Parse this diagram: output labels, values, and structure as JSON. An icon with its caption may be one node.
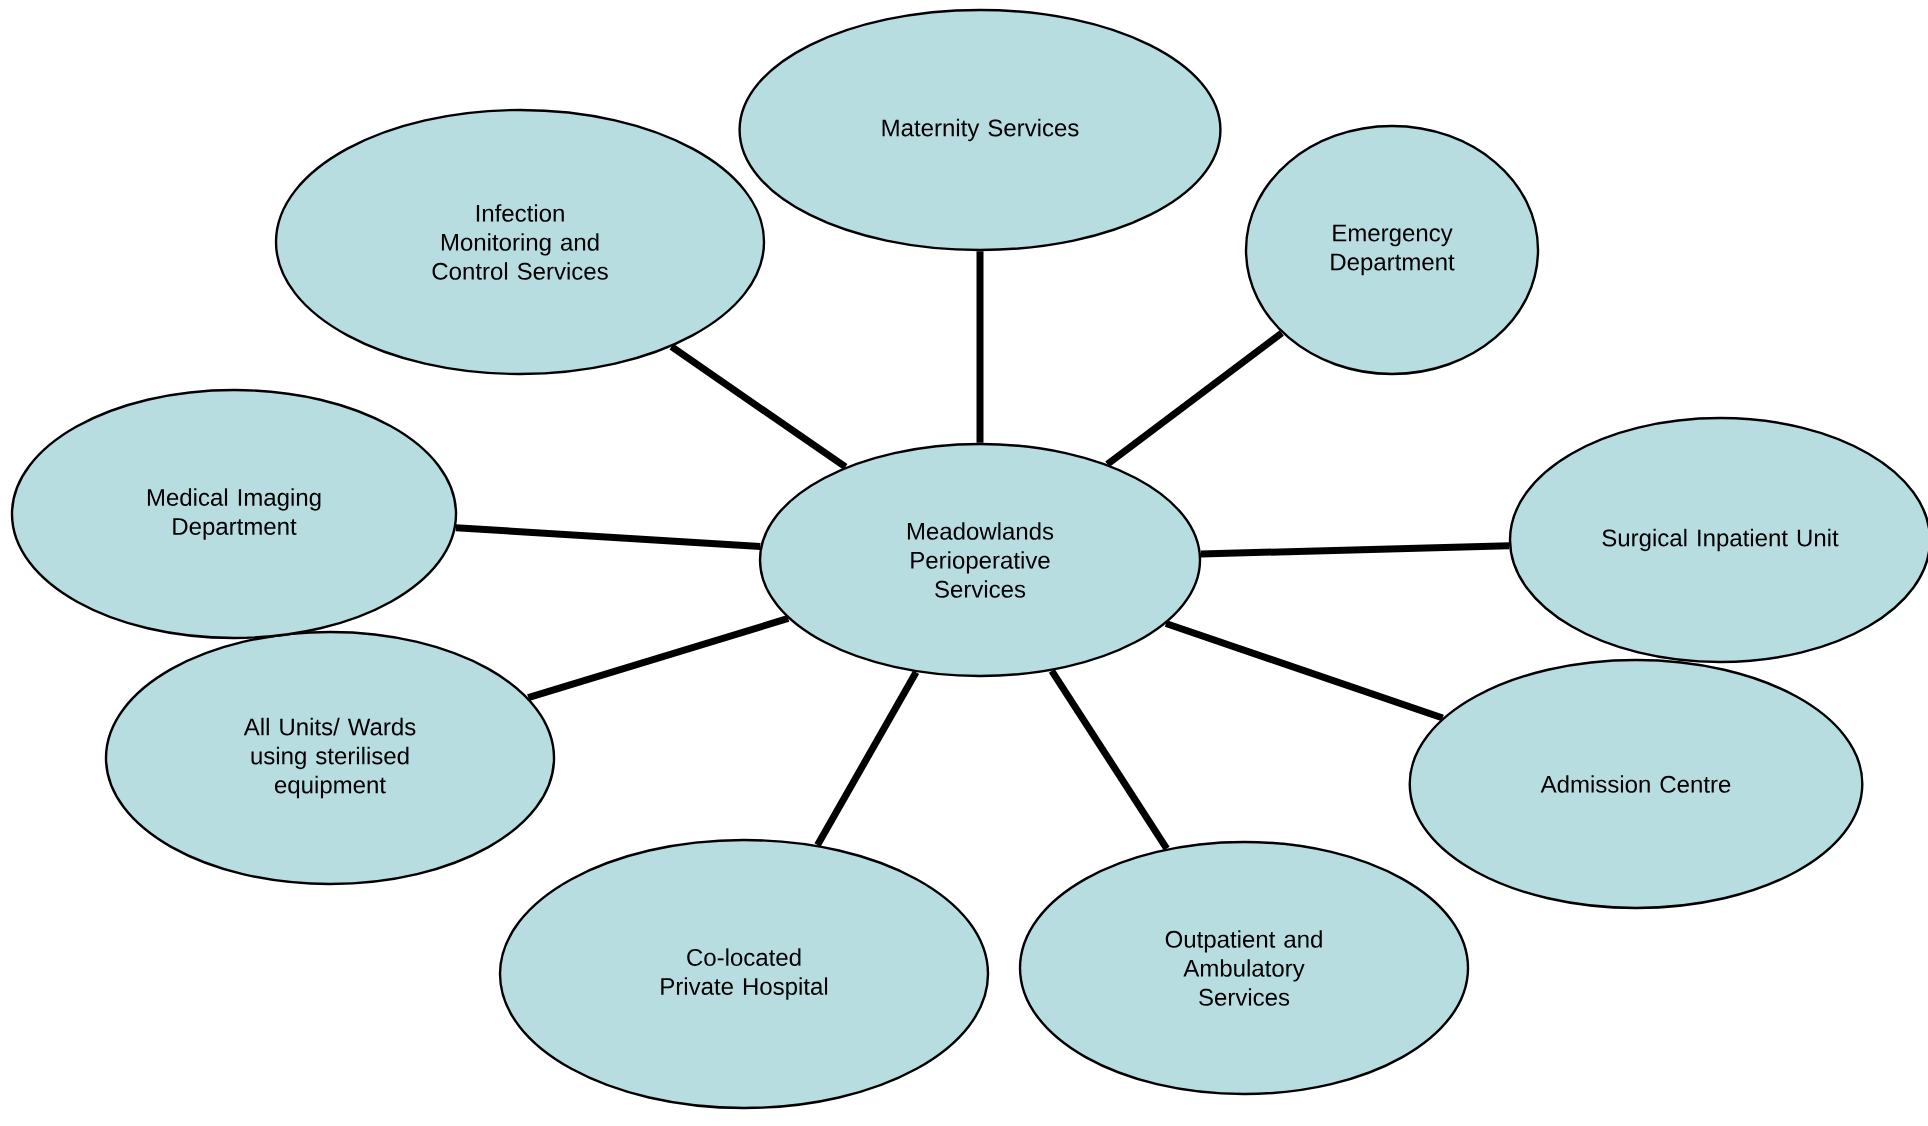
{
  "diagram": {
    "nodes": [
      {
        "text": [
          "Meadowlands Perioperative Services"
        ]
      },
      {
        "text": [
          "Maternity Services"
        ]
      },
      {
        "text": [
          "Emergency Department"
        ]
      },
      {
        "text": [
          "Surgical Inpatient Unit"
        ]
      },
      {
        "text": [
          "Admission Centre"
        ]
      },
      {
        "text": [
          "Outpatient and Ambulatory Services"
        ]
      },
      {
        "text": [
          "Co-located Private Hospital"
        ]
      },
      {
        "text": [
          "All Units/ Wards using sterilised equipment"
        ]
      },
      {
        "text": [
          "Medical Imaging Department"
        ]
      },
      {
        "text": [
          "Infection Monitoring and Control Services"
        ]
      }
    ],
    "edges": [
      {
        "from": 0,
        "to": 1,
        "arrow": "none"
      },
      {
        "from": 0,
        "to": 2,
        "arrow": "none"
      },
      {
        "from": 0,
        "to": 3,
        "arrow": "none"
      },
      {
        "from": 0,
        "to": 4,
        "arrow": "none"
      },
      {
        "from": 0,
        "to": 5,
        "arrow": "none"
      },
      {
        "from": 0,
        "to": 6,
        "arrow": "none"
      },
      {
        "from": 0,
        "to": 7,
        "arrow": "none"
      },
      {
        "from": 0,
        "to": 8,
        "arrow": "none"
      },
      {
        "from": 0,
        "to": 9,
        "arrow": "none"
      }
    ]
  }
}
